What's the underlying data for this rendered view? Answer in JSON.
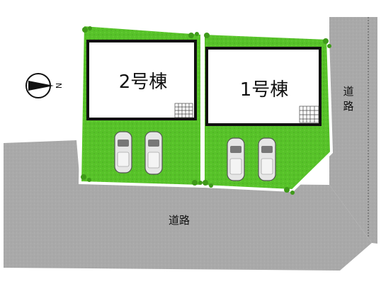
{
  "map": {
    "buildings": [
      {
        "label": "2号棟"
      },
      {
        "label": "1号棟"
      }
    ],
    "roads": [
      {
        "label": "道路",
        "position": "south"
      },
      {
        "label": "道",
        "label2": "路",
        "position": "east"
      }
    ],
    "north_indicator": {
      "symbol": "N"
    },
    "colors": {
      "lawn": "#57c229",
      "lawn_dark": "#3f9a1a",
      "road": "#a9a9a9",
      "road_dark": "#8f8f8f",
      "building": "#ffffff",
      "outline": "#111111"
    }
  }
}
